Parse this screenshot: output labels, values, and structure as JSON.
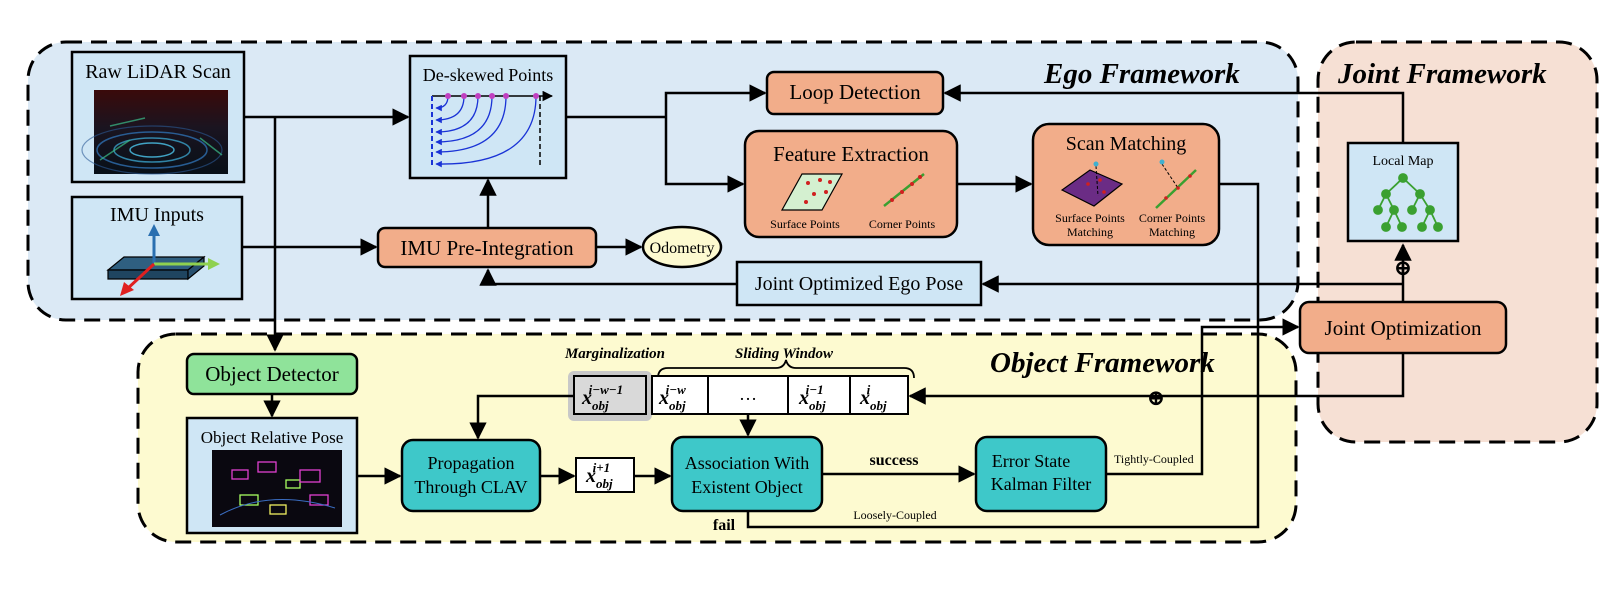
{
  "frameworks": {
    "ego": "Ego Framework",
    "joint": "Joint Framework",
    "object": "Object Framework"
  },
  "ego": {
    "raw_lidar": "Raw LiDAR Scan",
    "imu_inputs": "IMU Inputs",
    "deskewed": "De-skewed Points",
    "imu_preint": "IMU Pre-Integration",
    "odometry": "Odometry",
    "loop_detection": "Loop Detection",
    "feature_extraction": "Feature Extraction",
    "surface_points": "Surface Points",
    "corner_points": "Corner Points",
    "scan_matching": "Scan Matching",
    "surface_match_l1": "Surface Points",
    "surface_match_l2": "Matching",
    "corner_match_l1": "Corner Points",
    "corner_match_l2": "Matching",
    "joint_ego_pose": "Joint Optimized Ego Pose"
  },
  "joint": {
    "local_map": "Local Map",
    "joint_optimization": "Joint Optimization",
    "oplus_symbol": "⊕"
  },
  "object": {
    "object_detector": "Object Detector",
    "object_relative_pose": "Object Relative Pose",
    "marginalization": "Marginalization",
    "sliding_window": "Sliding Window",
    "state_ellipsis": "…",
    "propagation_l1": "Propagation",
    "propagation_l2": "Through CLAV",
    "association_l1": "Association With",
    "association_l2": "Existent Object",
    "ekf_l1": "Error State",
    "ekf_l2": "Kalman Filter",
    "success": "success",
    "fail": "fail",
    "tightly": "Tightly-Coupled",
    "loosely": "Loosely-Coupled",
    "x_base": "x",
    "obj_sub": "obj",
    "sup_marg": "i−w−1",
    "sup_w": "i−w",
    "sup_im1": "i−1",
    "sup_i": "i",
    "sup_ip1": "i+1"
  },
  "colors": {
    "ego_bg": "#dbe9f5",
    "joint_bg": "#f6e0d4",
    "object_bg": "#fdfad0",
    "orange_box": "#f2ad8a",
    "light_blue_box": "#cfe6f5",
    "teal_box": "#3ec8c9",
    "green_box": "#8fe39a",
    "gray_box": "#d9d9d9"
  }
}
